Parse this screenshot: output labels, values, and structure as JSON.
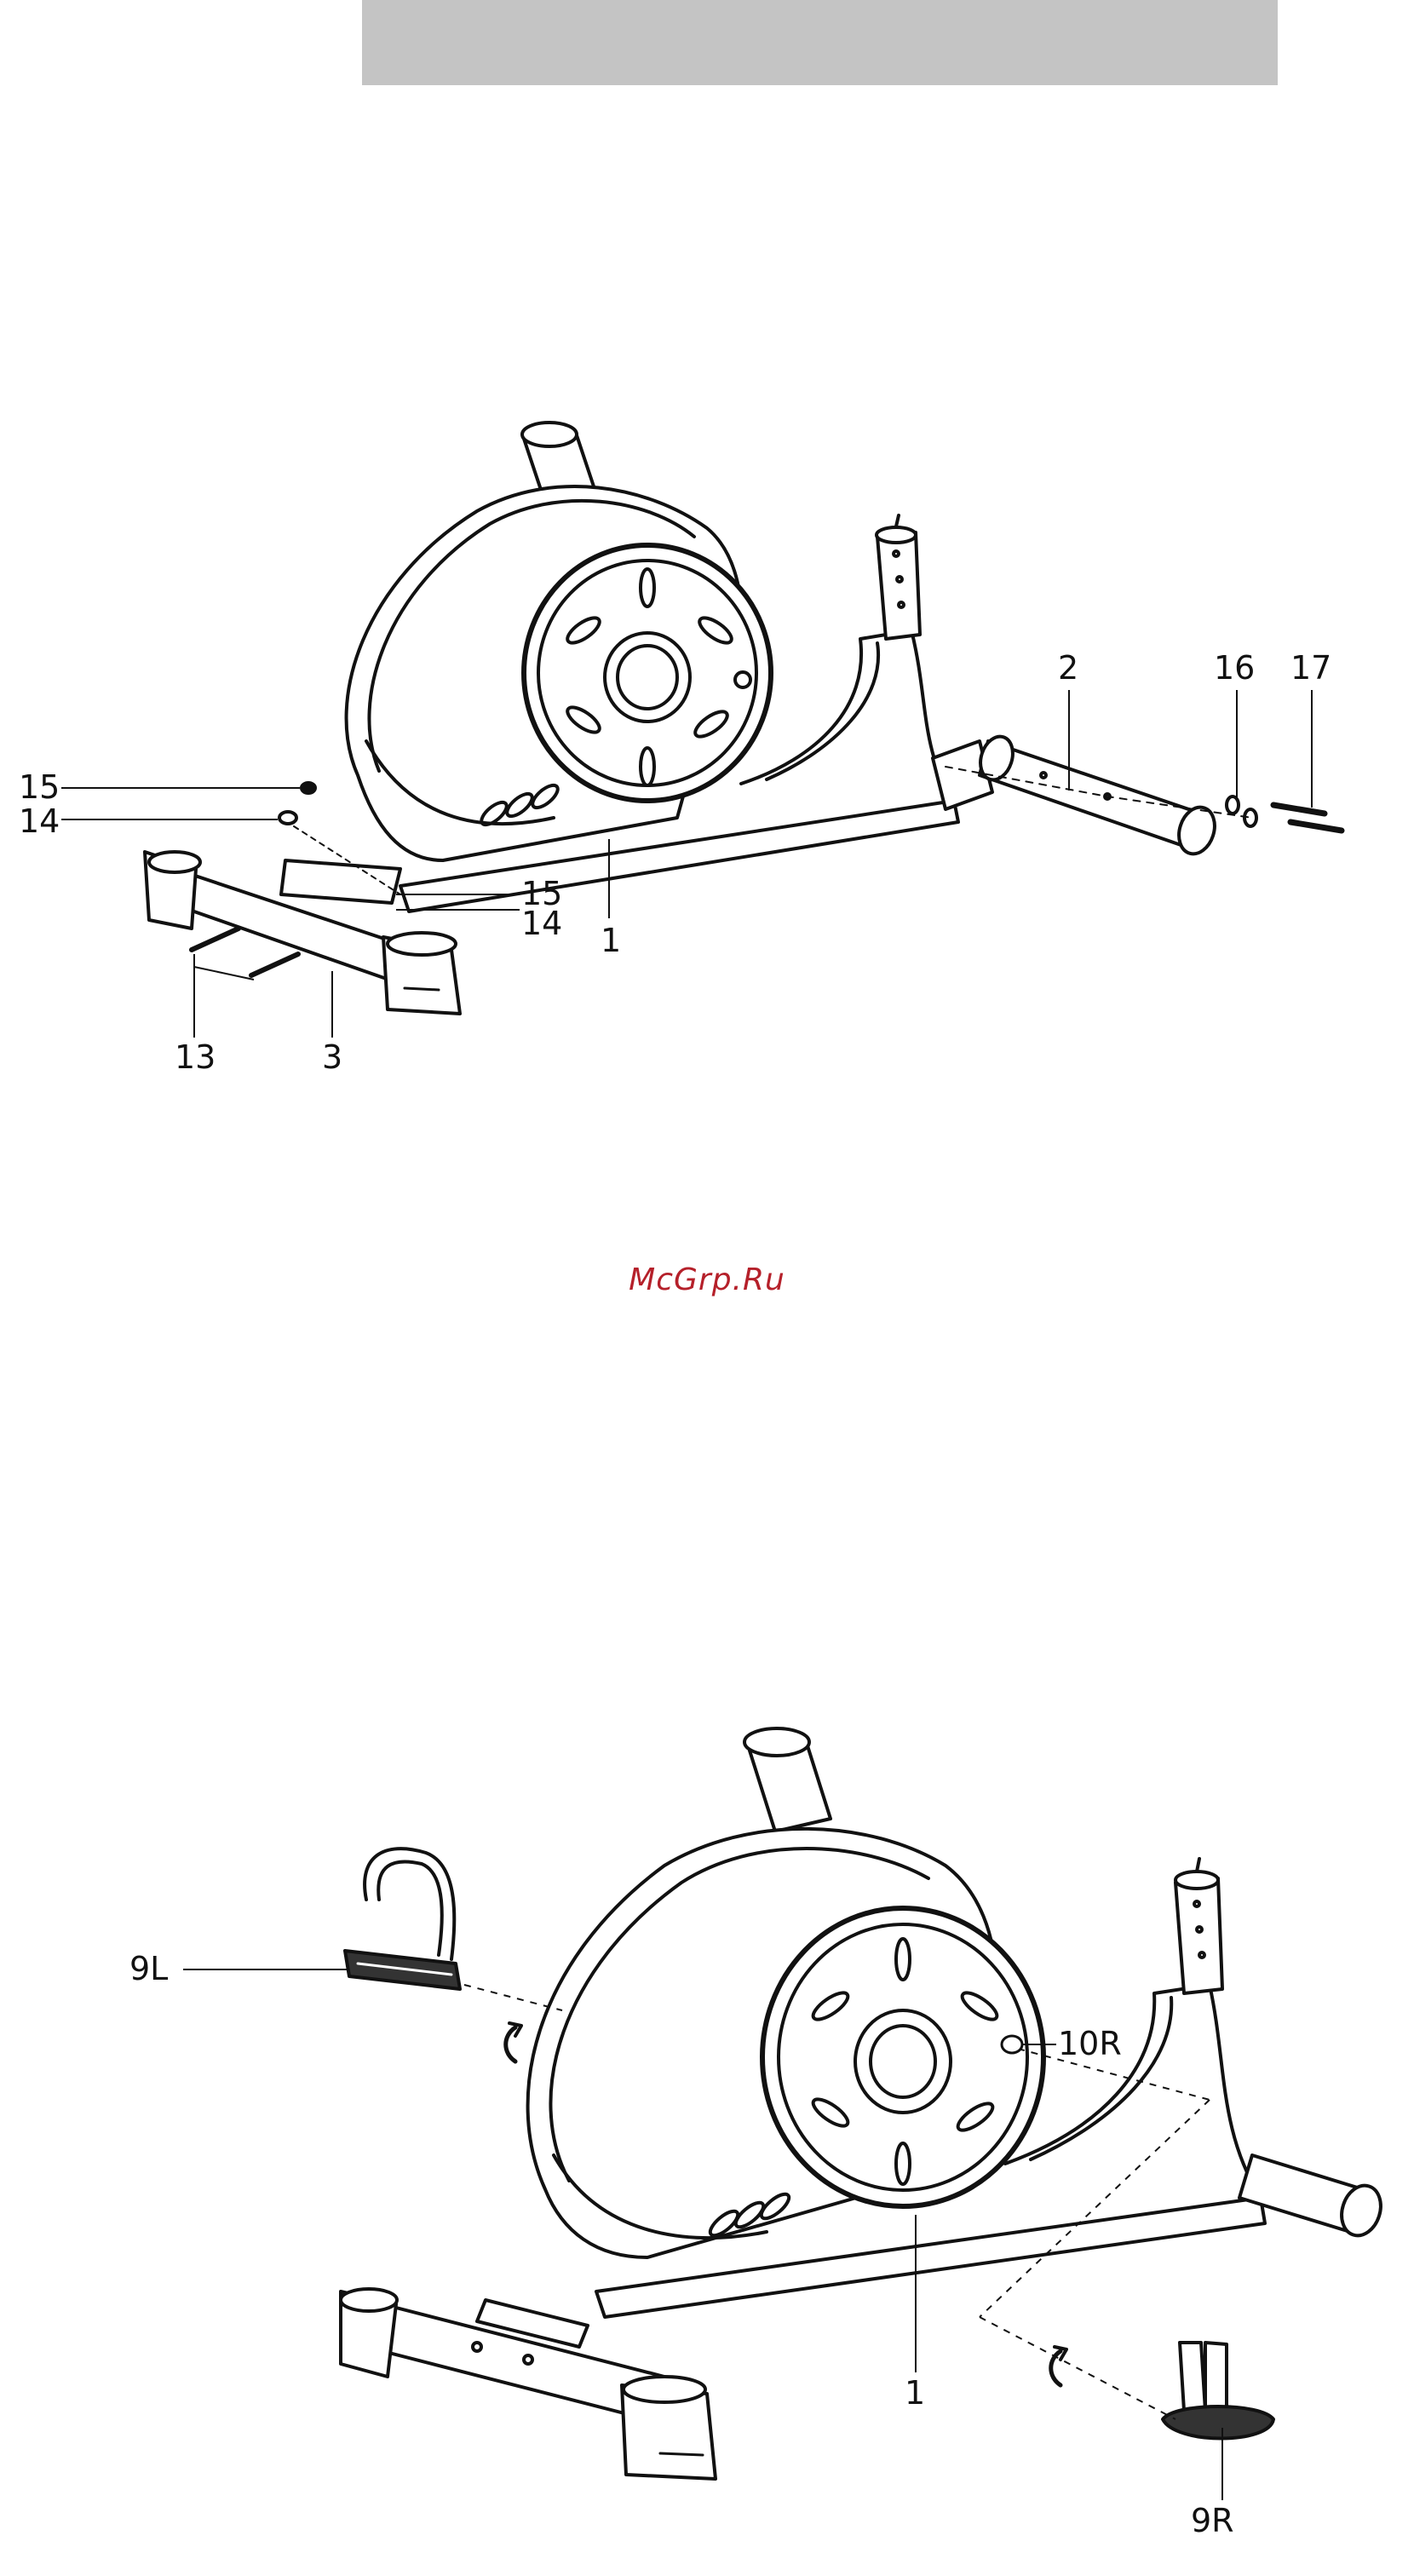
{
  "header": {
    "color": "#c4c4c4"
  },
  "watermark": {
    "text": "McGrp.Ru",
    "color": "#b5202a"
  },
  "diagram_top": {
    "callouts": {
      "c15a": "15",
      "c14a": "14",
      "c15b": "15",
      "c14b": "14",
      "c13": "13",
      "c3": "3",
      "c1": "1",
      "c2": "2",
      "c16": "16",
      "c17": "17"
    }
  },
  "diagram_bottom": {
    "callouts": {
      "c9l": "9L",
      "c10r": "10R",
      "c1": "1",
      "c9r": "9R"
    }
  }
}
